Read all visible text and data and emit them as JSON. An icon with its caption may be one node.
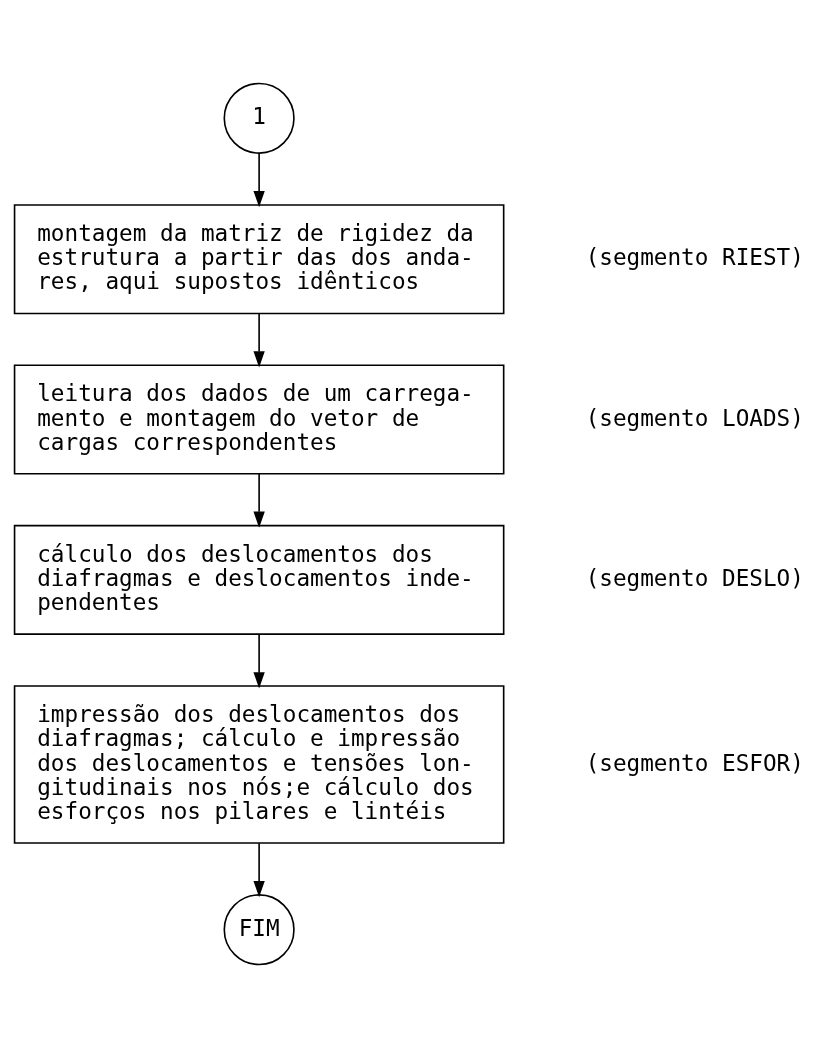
{
  "diagram": {
    "nodes": [
      {
        "text": [
          "1"
        ]
      },
      {
        "text": [
          "montagem da matriz de rigidez da estrutura a partir das dos anda- res, aqui supostos idênticos"
        ],
        "beside": [
          "(segmento RIEST)"
        ]
      },
      {
        "text": [
          "leitura dos dados de um carrega- mento e montagem do vetor de cargas correspondentes"
        ],
        "beside": [
          "(segmento LOADS)"
        ]
      },
      {
        "text": [
          "cálculo dos deslocamentos dos diafragmas e deslocamentos inde- pendentes"
        ],
        "beside": [
          "(segmento DESLO)"
        ]
      },
      {
        "text": [
          "impressão dos deslocamentos dos diafragmas; cálculo e impressão dos deslocamentos e tensões lon- gitudinais nos nós;e cálculo dos esforços nos pilares e lintéis"
        ],
        "beside": [
          "(segmento ESFOR)"
        ]
      },
      {
        "text": [
          "FIM"
        ]
      }
    ],
    "edges": [
      {
        "from": 0,
        "to": 1,
        "arrow": "to"
      },
      {
        "from": 1,
        "to": 2,
        "arrow": "to"
      },
      {
        "from": 2,
        "to": 3,
        "arrow": "to"
      },
      {
        "from": 3,
        "to": 4,
        "arrow": "to"
      },
      {
        "from": 4,
        "to": 5,
        "arrow": "to"
      }
    ]
  }
}
